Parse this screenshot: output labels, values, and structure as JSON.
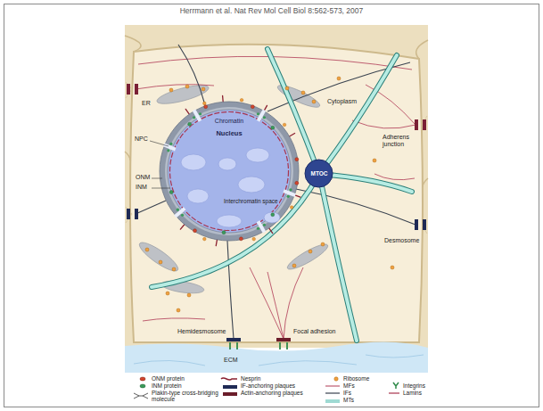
{
  "diagram": {
    "title": "Herrmann et al. Nat Rev Mol Cell Biol 8:562-573, 2007",
    "nodes": [
      {
        "text": [
          "Chromatin",
          "Nucleus"
        ]
      },
      {
        "text": [
          "MTOC"
        ]
      }
    ],
    "labels": [
      "Cytoplasm",
      "ER",
      "NPC",
      "ONM",
      "INM",
      "Interchromatin space",
      "Adherens junction",
      "Desmosome",
      "Hemidesmosome",
      "Focal adhesion",
      "ECM"
    ],
    "legend": [
      {
        "text": "ONM protein"
      },
      {
        "text": "INM protein"
      },
      {
        "text": "Plakin-type cross-bridging molecule"
      },
      {
        "text": "Nesprin"
      },
      {
        "text": "IF-anchoring plaques",
        "color": "#1f2a55"
      },
      {
        "text": "Actin-anchoring plaques",
        "color": "#6b1d2a"
      },
      {
        "text": "Ribosome"
      },
      {
        "text": "MFs"
      },
      {
        "text": "IFs"
      },
      {
        "text": "MTs",
        "color": "#9fdad3"
      },
      {
        "text": "Integrins"
      },
      {
        "text": "Lamins"
      }
    ]
  }
}
